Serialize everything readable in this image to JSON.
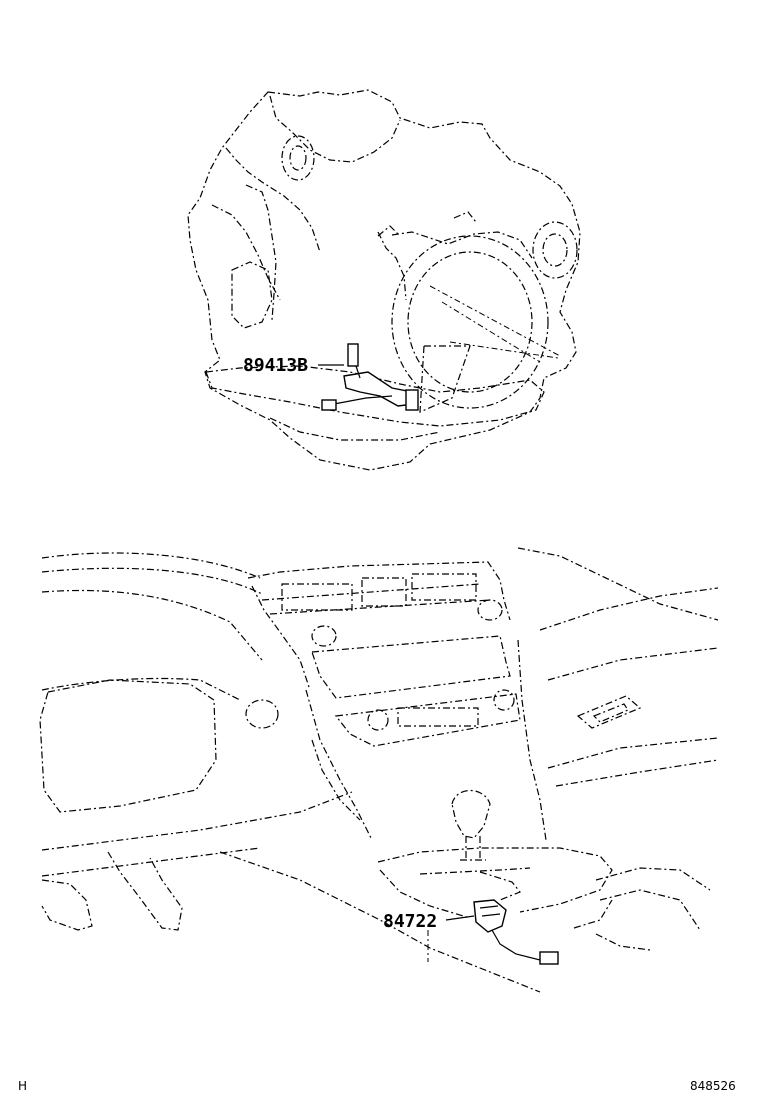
{
  "callouts": {
    "upper_part": "89413B",
    "lower_part": "84722"
  },
  "footer": {
    "left_code": "H",
    "figure_number": "848526"
  }
}
